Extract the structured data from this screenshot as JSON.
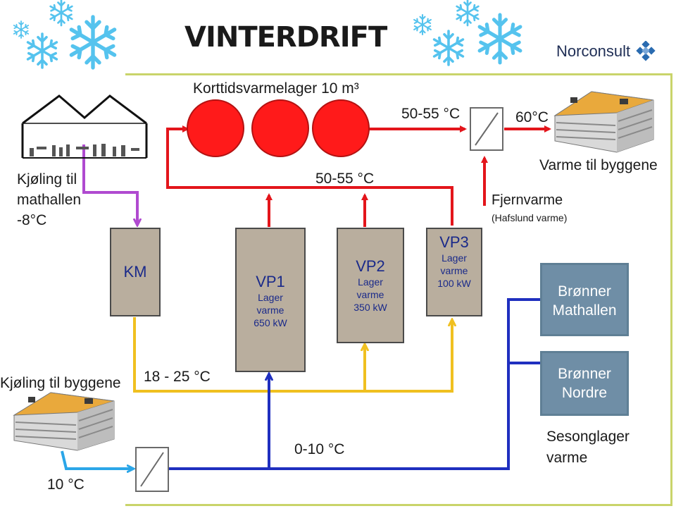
{
  "title": "VINTERDRIFT",
  "logo": {
    "text": "Norconsult"
  },
  "storage": {
    "label": "Korttidsvarmelager 10 m³"
  },
  "temps": {
    "top_right": "50-55 °C",
    "mid": "50-55 °C",
    "out": "60°C",
    "yellow": "18 - 25 °C",
    "blue": "0-10 °C",
    "bottom_left": "10 °C"
  },
  "labels": {
    "cooling_market_1": "Kjøling til",
    "cooling_market_2": "mathallen",
    "cooling_market_3": "-8°C",
    "heat_buildings": "Varme til byggene",
    "district": "Fjernvarme",
    "district_sub": "(Hafslund varme)",
    "cooling_buildings": "Kjøling til byggene",
    "seasonal_1": "Sesonglager",
    "seasonal_2": "varme"
  },
  "units": {
    "km": {
      "name": "KM"
    },
    "vp1": {
      "name": "VP1",
      "l1": "Lager",
      "l2": "varme",
      "l3": "650 kW"
    },
    "vp2": {
      "name": "VP2",
      "l1": "Lager",
      "l2": "varme",
      "l3": "350 kW"
    },
    "vp3": {
      "name": "VP3",
      "l1": "Lager",
      "l2": "varme",
      "l3": "100 kW"
    }
  },
  "wells": {
    "mathallen": {
      "l1": "Brønner",
      "l2": "Mathallen"
    },
    "nordre": {
      "l1": "Brønner",
      "l2": "Nordre"
    }
  },
  "colors": {
    "hot": "#e3151b",
    "tank": "#ff1a1a",
    "yellow": "#f0c020",
    "blue": "#1f2fbf",
    "purple": "#b04ad0",
    "cyan": "#2ba6e8",
    "unit_fill": "#b9ae9e",
    "well_fill": "#6f8ea6",
    "frame": "#c9d46a"
  },
  "icons": [
    "snowflake-icon",
    "building-icon",
    "market-hall-icon",
    "heat-exchanger-icon",
    "norconsult-logo-icon"
  ]
}
